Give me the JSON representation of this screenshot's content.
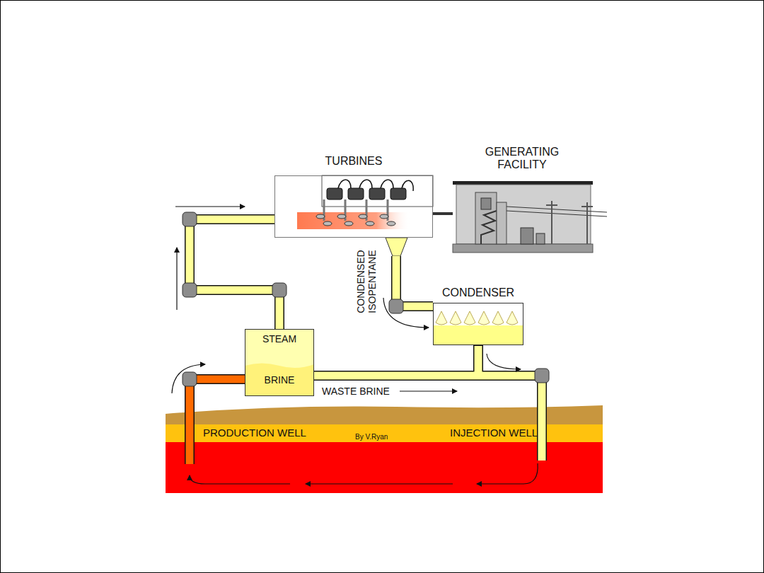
{
  "diagram": {
    "nodes": [
      {
        "text": [
          "TURBINES"
        ]
      },
      {
        "text": [
          "GENERATING FACILITY"
        ]
      },
      {
        "text": [
          "CONDENSER"
        ]
      },
      {
        "text": [
          "STEAM",
          "BRINE"
        ]
      }
    ],
    "edges": [
      {
        "from": 3,
        "to": 0,
        "arrow": "to"
      },
      {
        "from": 0,
        "to": 2,
        "arrow": "to"
      },
      {
        "from": 0,
        "to": 1,
        "arrow": "none"
      }
    ],
    "labels": [
      "CONDENSED ISOPENTANE",
      "WASTE BRINE",
      "PRODUCTION WELL",
      "By V.Ryan",
      "INJECTION WELL"
    ]
  }
}
